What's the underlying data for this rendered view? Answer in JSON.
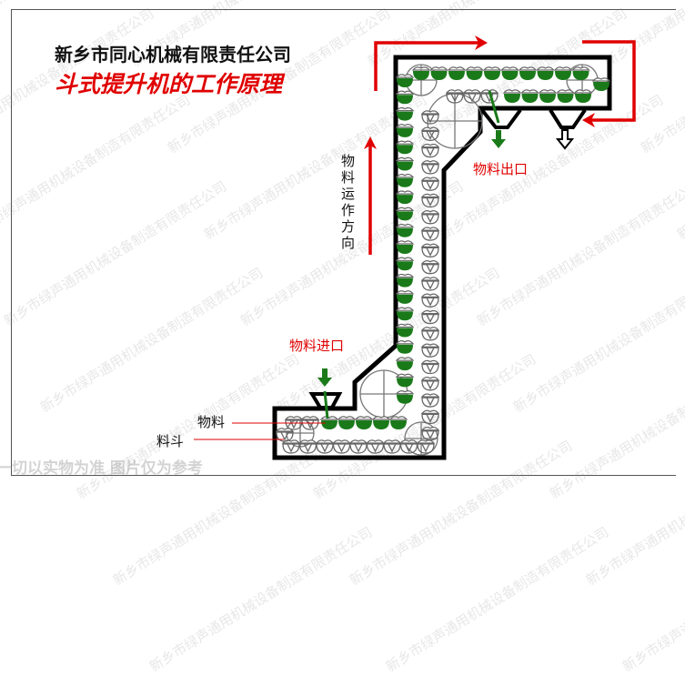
{
  "header": {
    "company": "新乡市同心机械有限责任公司",
    "title": "斗式提升机的工作原理"
  },
  "labels": {
    "direction": "物料运作方向",
    "outlet": "物料出口",
    "inlet": "物料进口",
    "material": "物料",
    "bucket": "料斗"
  },
  "watermark": "新乡市绿声通用机械设备制造有限责任公司",
  "footer": "一切以实物为准 图片仅为参考",
  "colors": {
    "arrow": "#e00000",
    "material": "#1a7a1a",
    "casing": "#000000"
  }
}
